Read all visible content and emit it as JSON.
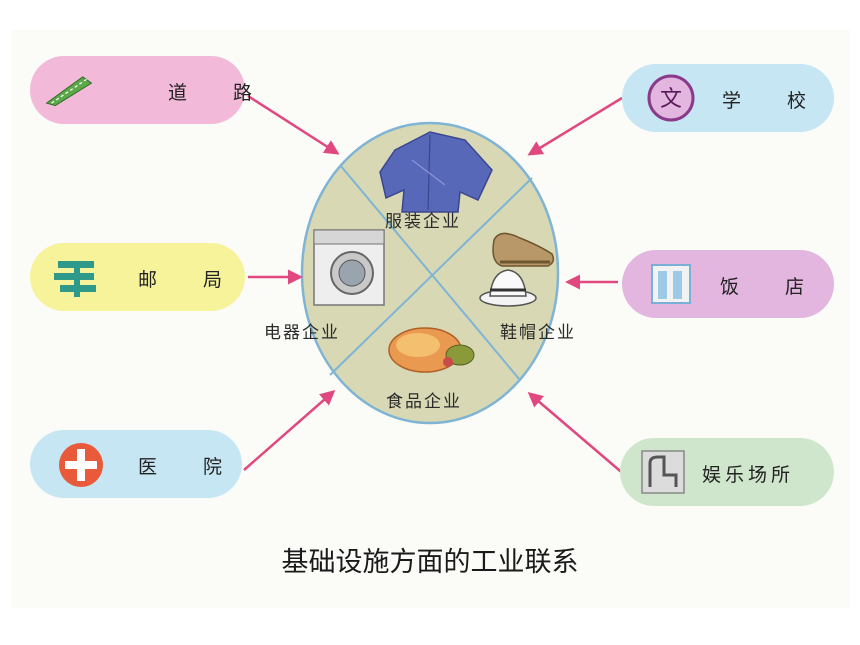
{
  "center": {
    "sectors": {
      "top": "服装企业",
      "left": "电器企业",
      "right": "鞋帽企业",
      "bottom": "食品企业"
    }
  },
  "nodes": {
    "road": "道 路",
    "post": "邮 局",
    "hospital": "医 院",
    "school": "学 校",
    "hotel": "饭 店",
    "entertainment": "娱乐场所"
  },
  "school_icon_char": "文",
  "caption": "基础设施方面的工业联系",
  "colors": {
    "pink": "#f3b9d9",
    "yellow": "#f6f39a",
    "blue": "#c6e6f4",
    "purple": "#e2b6df",
    "green": "#cfe6cc",
    "ellipse": "#d8d9b4",
    "arrow": "#e0487f"
  }
}
